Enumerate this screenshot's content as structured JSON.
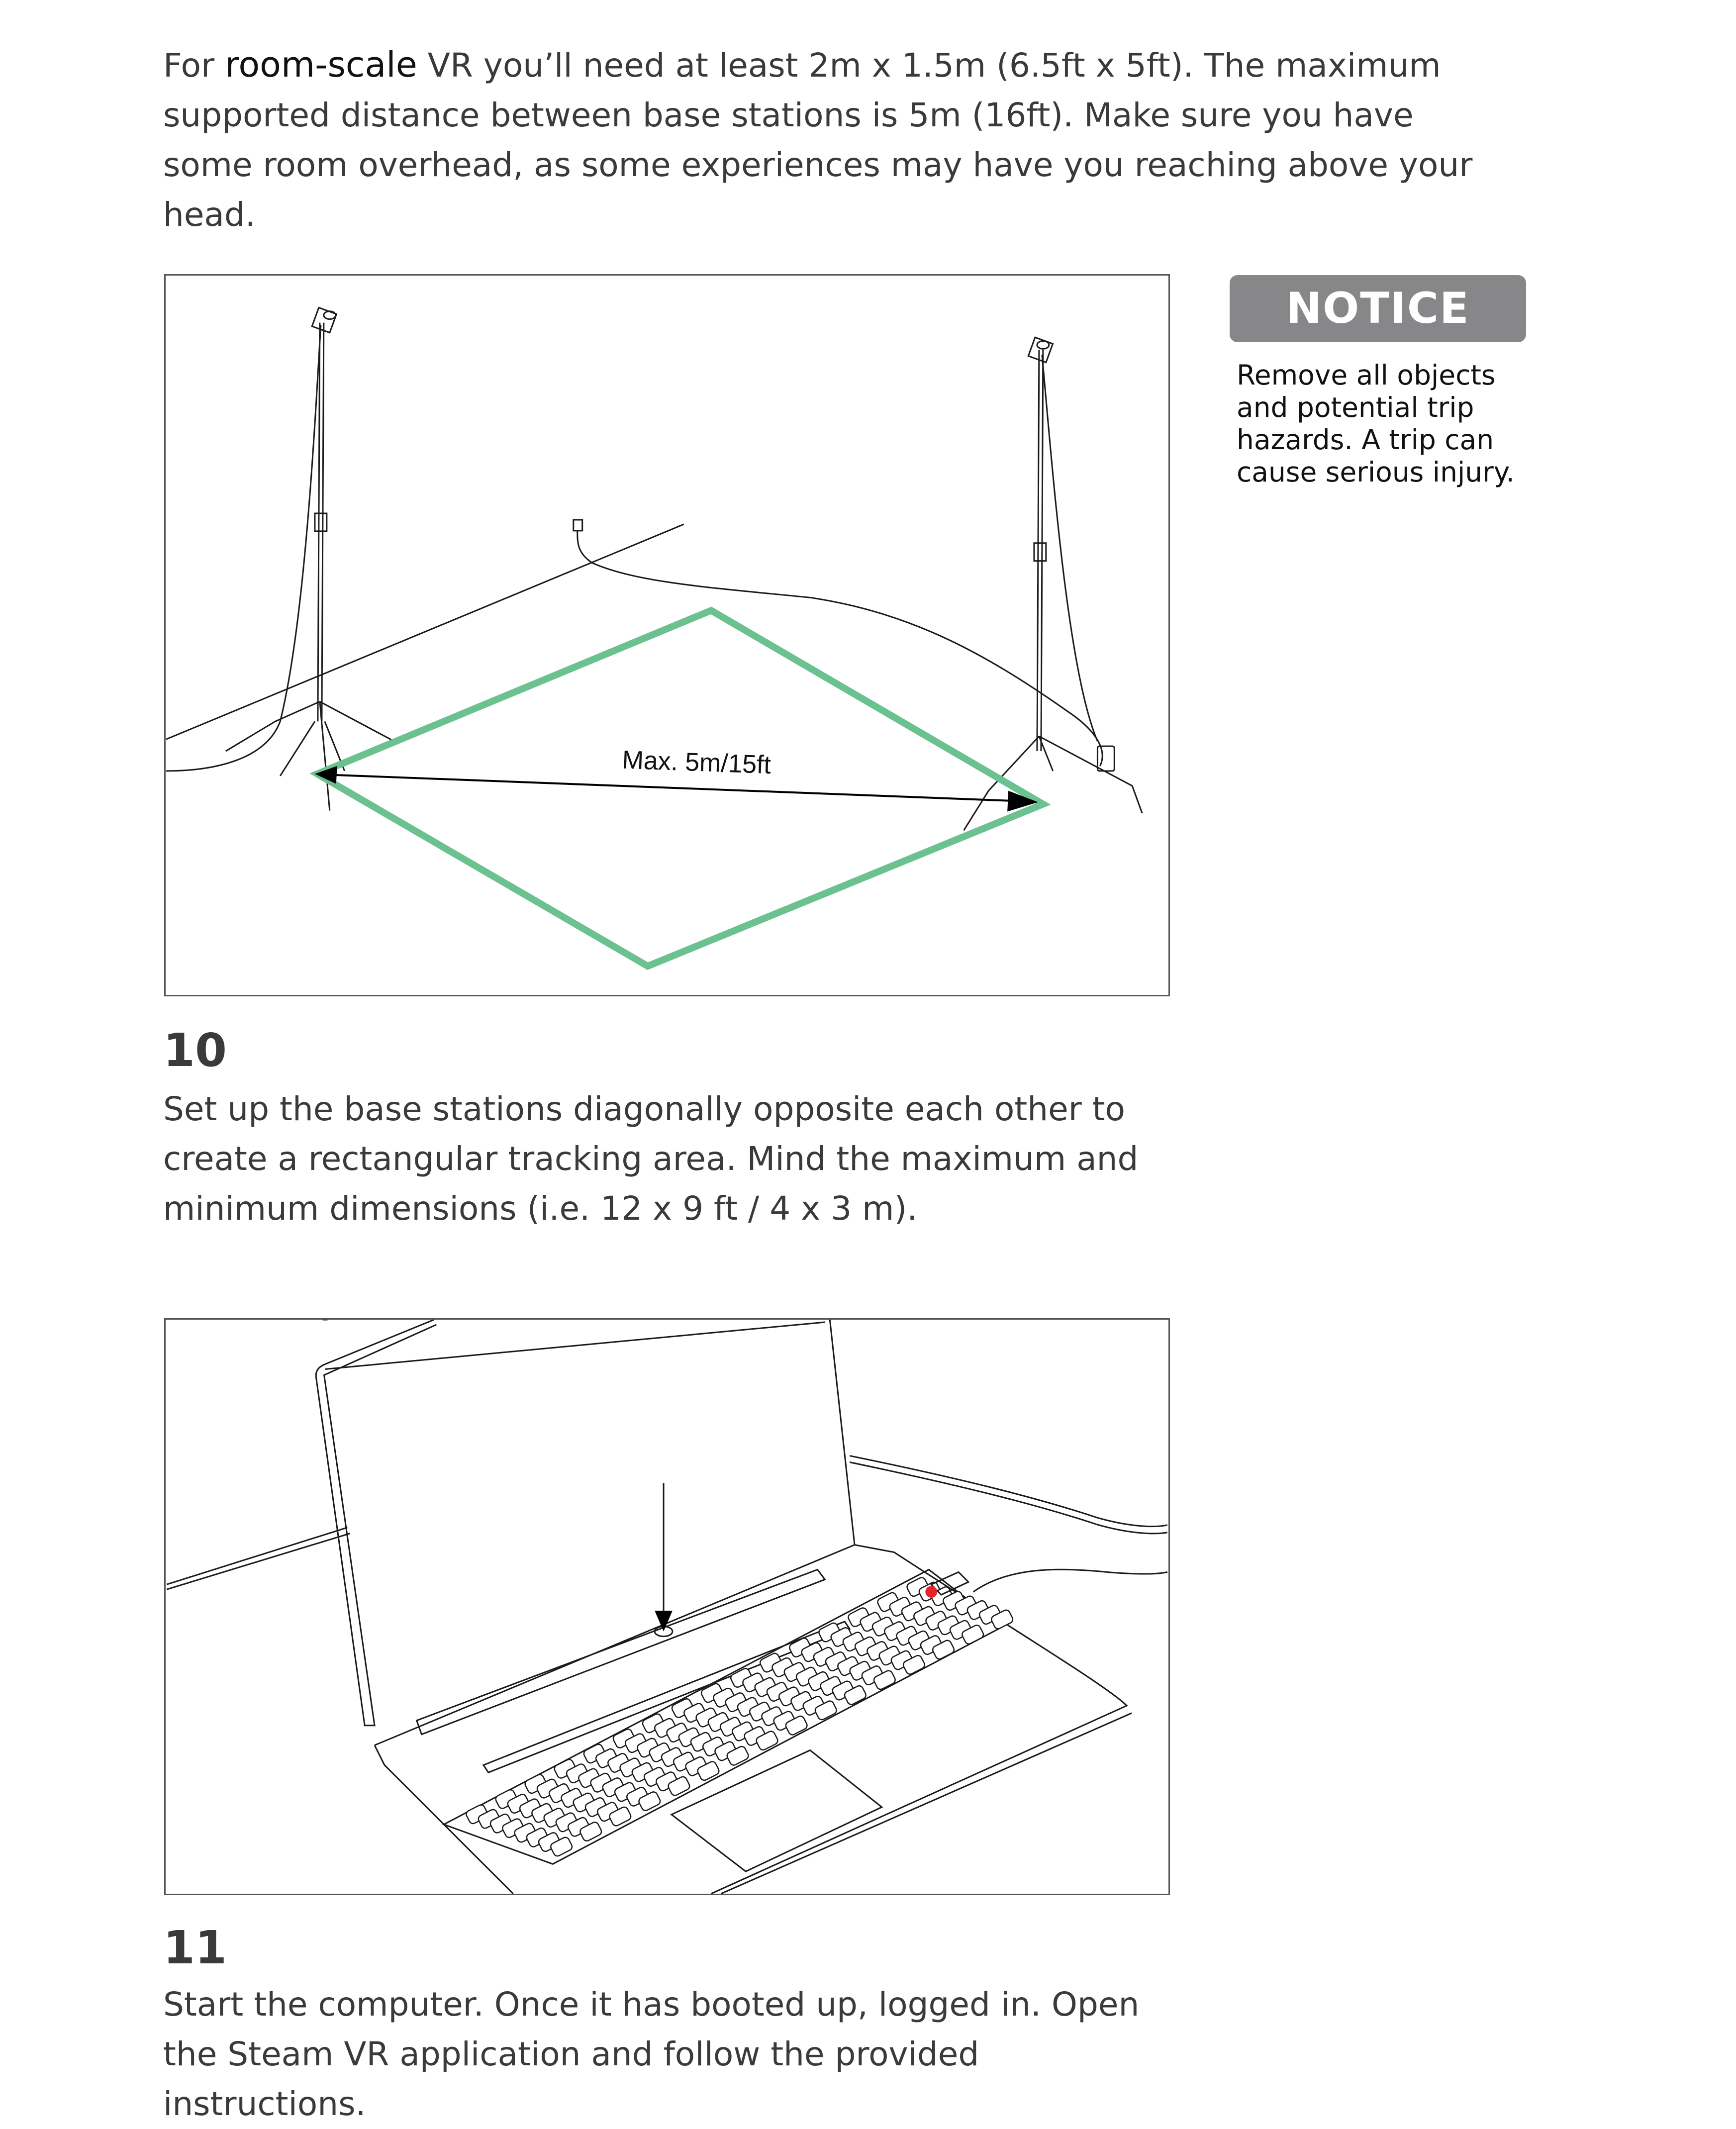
{
  "intro": {
    "prefix": "For ",
    "emphasis": "room-scale",
    "rest": " VR you’ll need at least 2m x 1.5m (6.5ft x 5ft). The maximum supported distance between base stations is 5m (16ft). Make sure you have some room overhead, as some experiences may have you reaching above your head."
  },
  "figure1": {
    "arrow_label": "Max. 5m/15ft",
    "area_color": "#6cc191"
  },
  "notice": {
    "badge": "NOTICE",
    "text": "Remove all objects and potential trip hazards. A trip can cause serious injury."
  },
  "steps": [
    {
      "number": "10",
      "text": "Set up the base stations diagonally opposite each other to create a rectangular tracking area. Mind the maximum and minimum dimensions (i.e. 12 x 9 ft / 4 x 3 m)."
    },
    {
      "number": "11",
      "text": "Start the computer. Once it has booted up, logged in. Open the Steam VR application and follow the provided instructions."
    }
  ],
  "figure2": {
    "indicator_color": "#e8232a"
  }
}
